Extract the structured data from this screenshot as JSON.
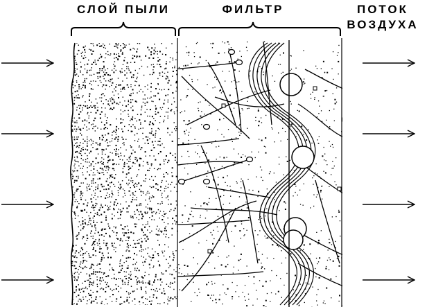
{
  "labels": {
    "dust_layer": "СЛОЙ ПЫЛИ",
    "filter": "ФИЛЬТР",
    "airflow_line1": "ПОТОК",
    "airflow_line2": "ВОЗДУХА"
  },
  "colors": {
    "ink": "#000000",
    "paper": "#ffffff"
  },
  "arrows_in_count": 4,
  "arrows_out_count": 4,
  "dust_density": 0.32
}
